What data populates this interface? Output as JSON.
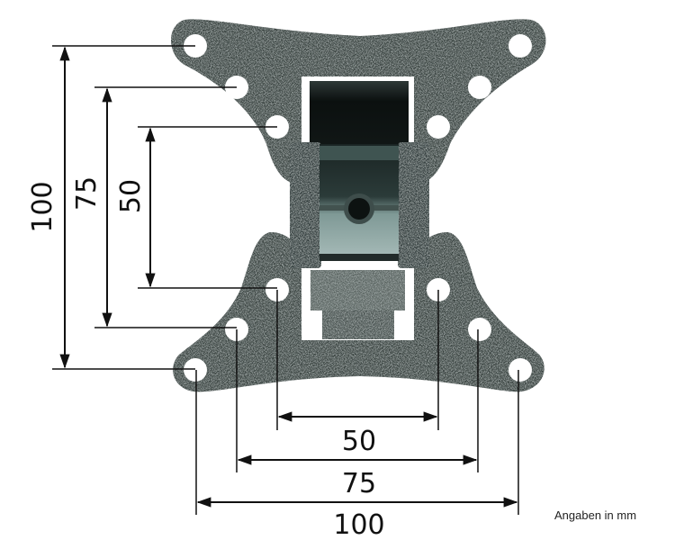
{
  "diagram": {
    "subject": "VESA wall mount bracket",
    "colors": {
      "plate": "#3b4443",
      "plate_speckle": "#7d8886",
      "dark_inner": "#111716",
      "screen_light": "#8fa6a3",
      "screen_mid": "#43605d",
      "line": "#111111"
    },
    "vertical_dimensions": [
      {
        "label": "100",
        "value": 100
      },
      {
        "label": "75",
        "value": 75
      },
      {
        "label": "50",
        "value": 50
      }
    ],
    "horizontal_dimensions": [
      {
        "label": "50",
        "value": 50
      },
      {
        "label": "75",
        "value": 75
      },
      {
        "label": "100",
        "value": 100
      }
    ],
    "unit_note": "Angaben in mm"
  }
}
